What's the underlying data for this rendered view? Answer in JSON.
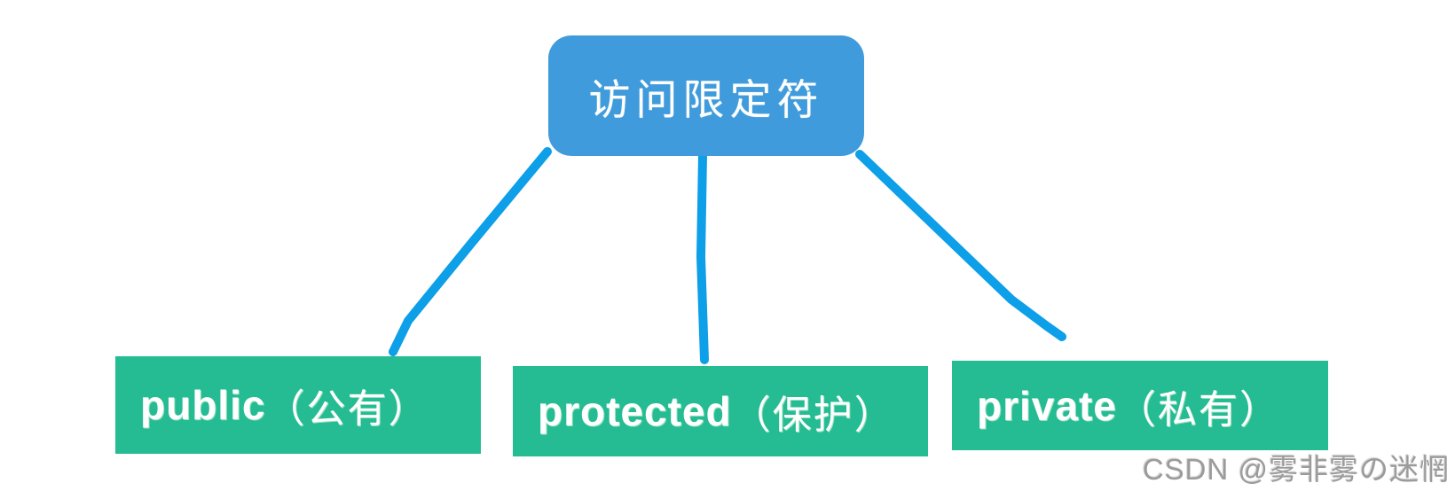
{
  "diagram": {
    "root": {
      "label": "访问限定符"
    },
    "children": [
      {
        "en": "public",
        "zh": "（公有）"
      },
      {
        "en": "protected",
        "zh": "（保护）"
      },
      {
        "en": "private",
        "zh": "（私有）"
      }
    ]
  },
  "watermark": {
    "text": "CSDN @雾非雾の迷惘"
  },
  "colors": {
    "root_bg": "#3f9bdb",
    "child_bg": "#25bc93",
    "connector": "#0d9fe8",
    "node_text": "#ffffff",
    "watermark": "#9b9b9b"
  }
}
